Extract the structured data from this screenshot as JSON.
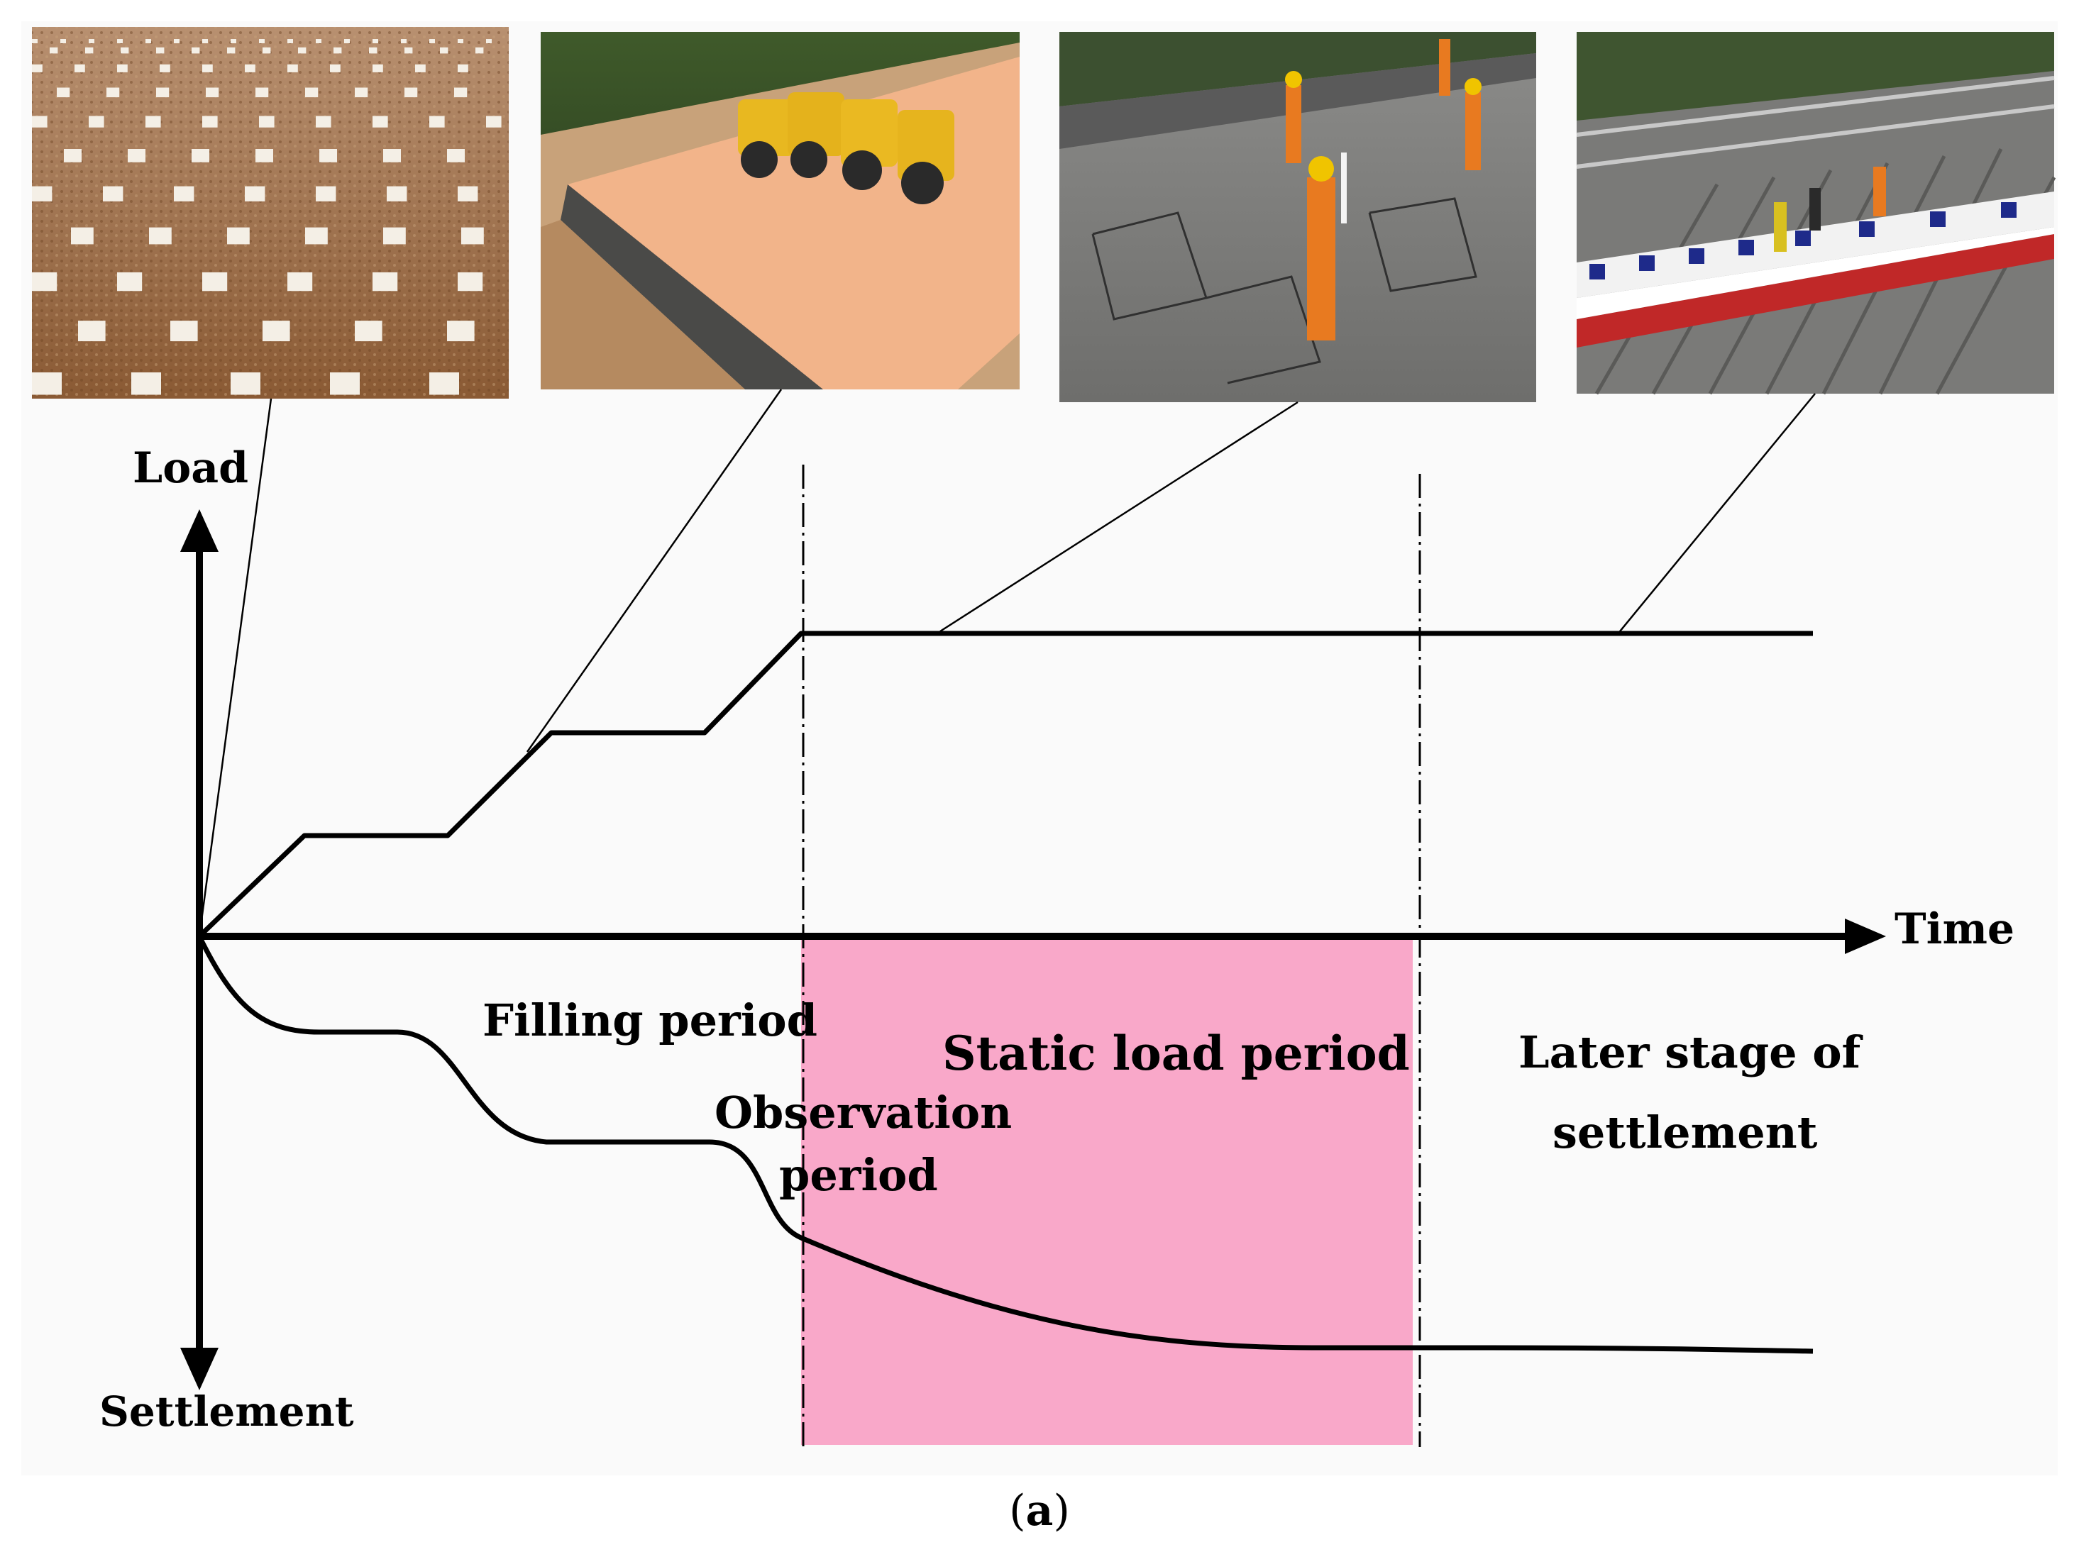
{
  "axes": {
    "y_up_label": "Load",
    "y_down_label": "Settlement",
    "x_label": "Time"
  },
  "periods": {
    "filling": "Filling period",
    "observation_line1": "Observation",
    "observation_line2": "period",
    "static_load": "Static load period",
    "later_line1": "Later stage of",
    "later_line2": "settlement"
  },
  "photos": [
    {
      "name": "ground-treatment-photo",
      "content": "soil ground with grid of white square markers"
    },
    {
      "name": "embankment-filling-photo",
      "content": "road rollers compacting embankment fill"
    },
    {
      "name": "settlement-observation-photo",
      "content": "surveyors measuring on embankment surface"
    },
    {
      "name": "track-laying-photo",
      "content": "workers laying track slabs on bridge"
    }
  ],
  "colors": {
    "static_load_band": "#f9a8c9",
    "curves": "#000000",
    "background": "#ffffff"
  },
  "caption": {
    "open": "(",
    "letter": "a",
    "close": ")"
  }
}
